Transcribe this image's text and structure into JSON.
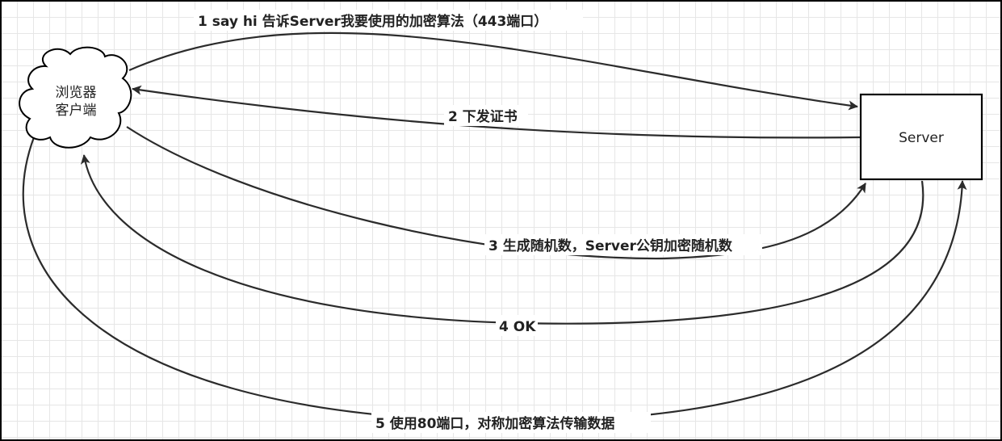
{
  "nodes": {
    "client": {
      "line1": "浏览器",
      "line2": "客户端"
    },
    "server": {
      "label": "Server"
    }
  },
  "edges": [
    {
      "label": "1 say hi 告诉Server我要使用的加密算法（443端口）"
    },
    {
      "label": "2 下发证书"
    },
    {
      "label": "3 生成随机数，Server公钥加密随机数"
    },
    {
      "label": "4 OK"
    },
    {
      "label": "5 使用80端口，对称加密算法传输数据"
    }
  ]
}
